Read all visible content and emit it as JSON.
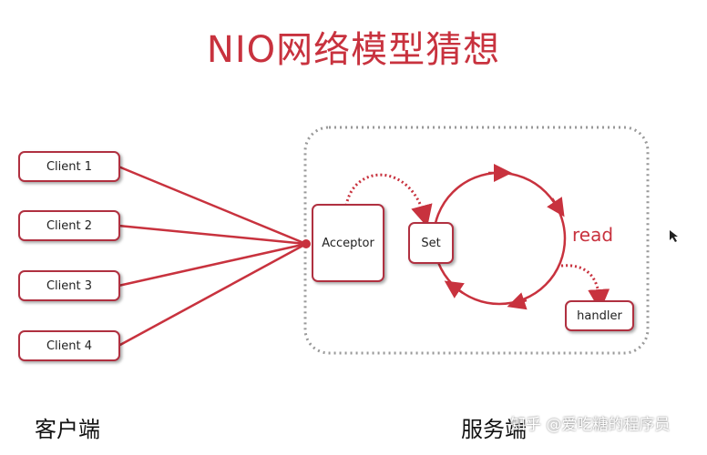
{
  "title": "NIO网络模型猜想",
  "clients": [
    "Client 1",
    "Client 2",
    "Client 3",
    "Client 4"
  ],
  "client_side_label": "客户端",
  "server_side_label": "服务端",
  "acceptor_label": "Acceptor",
  "set_label": "Set",
  "read_label": "read",
  "handler_label": "handler",
  "watermark": "知乎 @爱吃糖的程序员",
  "colors": {
    "accent": "#c8323e",
    "border": "#b03040",
    "dotted_frame": "#999999"
  },
  "cursor_icon": "arrow-cursor-icon"
}
